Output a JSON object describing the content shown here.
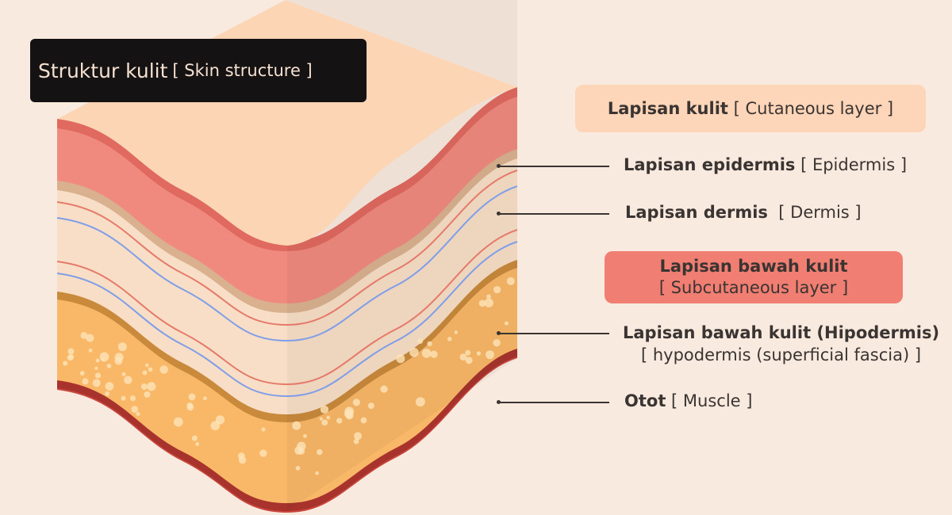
{
  "title": {
    "main": "Struktur kulit",
    "sub": "[ Skin structure ]"
  },
  "labels": {
    "cutaneous": {
      "id": "Lapisan kulit",
      "en": "[ Cutaneous layer ]"
    },
    "epidermis": {
      "id": "Lapisan epidermis",
      "en": "[ Epidermis ]"
    },
    "dermis": {
      "id": "Lapisan dermis",
      "en": "[ Dermis ]"
    },
    "subcutaneous": {
      "id": "Lapisan bawah kulit",
      "en": "[ Subcutaneous layer ]"
    },
    "hypodermis": {
      "id": "Lapisan bawah kulit (Hipodermis)",
      "en": "[ hypodermis (superficial fascia) ]"
    },
    "muscle": {
      "id": "Otot",
      "en": "[ Muscle ]"
    }
  },
  "colors": {
    "skin_top": "#fcd5b5",
    "epidermis": "#f08a7f",
    "dermis": "#f8dec6",
    "fat": "#f9b868",
    "muscle": "#c9473e",
    "highlight_cutaneous": "#fdd5b8",
    "highlight_subcutaneous": "#f17e72"
  }
}
